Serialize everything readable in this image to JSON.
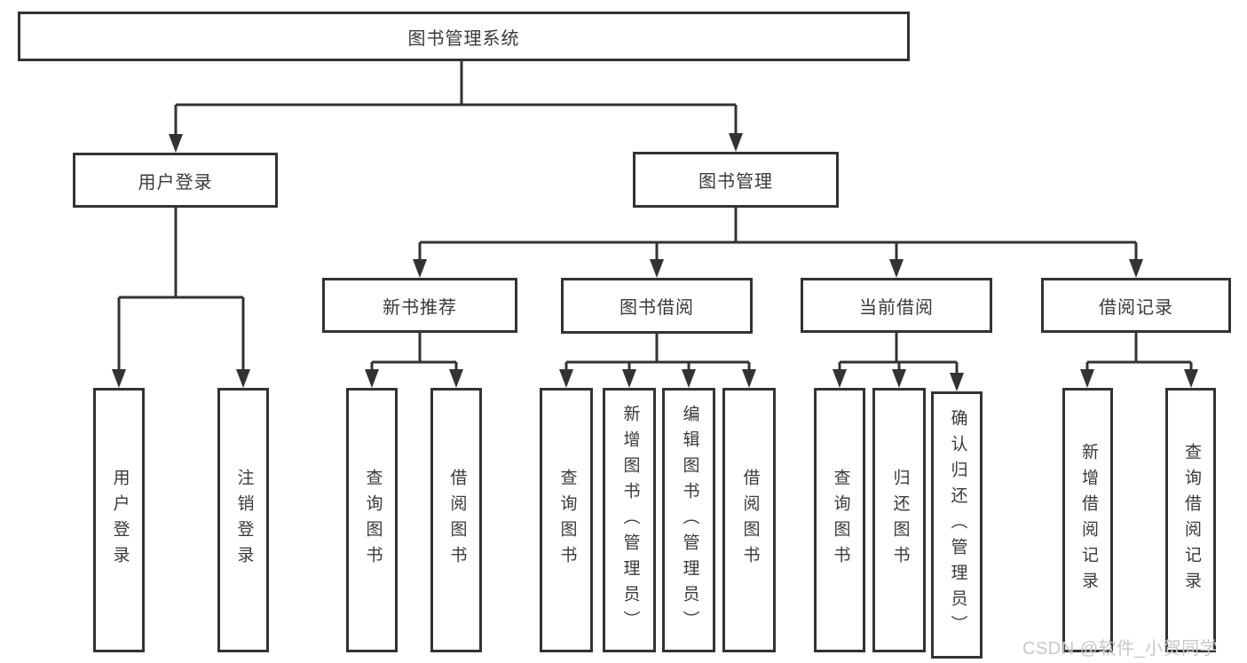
{
  "diagram": {
    "root": {
      "label": "图书管理系统"
    },
    "level2": [
      {
        "id": "user-login",
        "label": "用户登录"
      },
      {
        "id": "book-management",
        "label": "图书管理"
      }
    ],
    "level3": [
      {
        "id": "new-book-recommend",
        "label": "新书推荐",
        "parent": "图书管理"
      },
      {
        "id": "book-borrow",
        "label": "图书借阅",
        "parent": "图书管理"
      },
      {
        "id": "current-borrow",
        "label": "当前借阅",
        "parent": "图书管理"
      },
      {
        "id": "borrow-record",
        "label": "借阅记录",
        "parent": "图书管理"
      }
    ],
    "leaves": [
      {
        "id": "user-login-leaf",
        "label": "用户登录",
        "parent": "用户登录"
      },
      {
        "id": "logout",
        "label": "注销登录",
        "parent": "用户登录"
      },
      {
        "id": "query-book-recommend",
        "label": "查询图书",
        "parent": "新书推荐"
      },
      {
        "id": "borrow-book-recommend",
        "label": "借阅图书",
        "parent": "新书推荐"
      },
      {
        "id": "query-book-borrow",
        "label": "查询图书",
        "parent": "图书借阅"
      },
      {
        "id": "add-book-admin",
        "label": "新增图书（管理员）",
        "parent": "图书借阅"
      },
      {
        "id": "edit-book-admin",
        "label": "编辑图书（管理员）",
        "parent": "图书借阅"
      },
      {
        "id": "borrow-book",
        "label": "借阅图书",
        "parent": "图书借阅"
      },
      {
        "id": "query-book-current",
        "label": "查询图书",
        "parent": "当前借阅"
      },
      {
        "id": "return-book",
        "label": "归还图书",
        "parent": "当前借阅"
      },
      {
        "id": "confirm-return-admin",
        "label": "确认归还（管理员）",
        "parent": "当前借阅"
      },
      {
        "id": "add-borrow-record",
        "label": "新增借阅记录",
        "parent": "借阅记录"
      },
      {
        "id": "query-borrow-record",
        "label": "查询借阅记录",
        "parent": "借阅记录"
      }
    ],
    "colors": {
      "line": "#333336",
      "box_border": "#333336",
      "text": "#3a3a3e",
      "background": "#ffffff",
      "watermark": "#c8c8c8"
    },
    "watermark": {
      "text": "CSDN @软件_小贺同学"
    }
  }
}
